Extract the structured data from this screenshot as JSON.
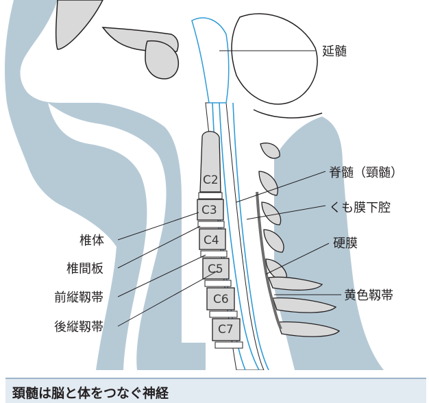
{
  "labels": {
    "medulla": "延髄",
    "spinal_cord": "脊髄（頸髄）",
    "subarachnoid": "くも膜下腔",
    "dura": "硬膜",
    "ligamentum_flavum": "黄色靱帯",
    "vertebral_body": "椎体",
    "disc": "椎間板",
    "anterior_ligament": "前縦靱帯",
    "posterior_ligament": "後縦靱帯"
  },
  "vertebrae": [
    "C2",
    "C3",
    "C4",
    "C5",
    "C6",
    "C7"
  ],
  "caption": "頚髄は脳と体をつなぐ神経",
  "colors": {
    "tissue": "#b6cad6",
    "bone": "#d9d9d9",
    "nerve_line": "#2e9bd6",
    "ligament": "#6d6d6d",
    "caption_bg": "#e2eaf2"
  }
}
